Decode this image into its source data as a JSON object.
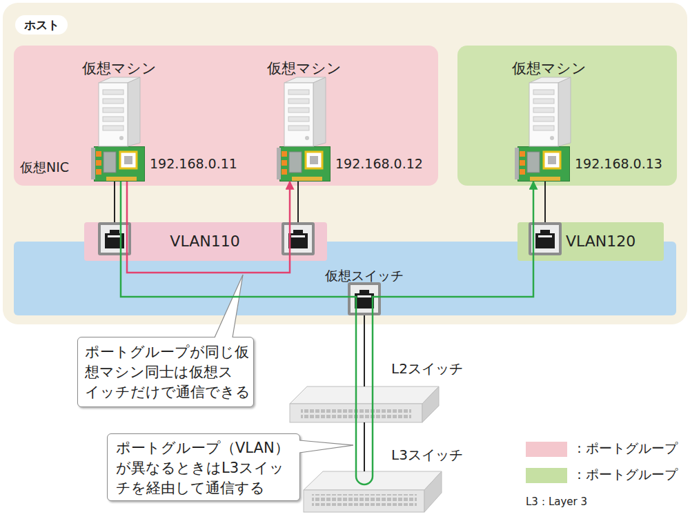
{
  "diagram": {
    "nodes": [
      {
        "text": [
          "ホスト"
        ]
      },
      {
        "text": [
          "仮想マシン"
        ],
        "in": 0
      },
      {
        "text": [
          "仮想NIC",
          "192.168.0.11"
        ],
        "in": 1
      },
      {
        "text": [
          "仮想マシン"
        ],
        "in": 0
      },
      {
        "text": [
          "192.168.0.12"
        ],
        "in": 3
      },
      {
        "text": [
          "仮想マシン"
        ],
        "in": 0
      },
      {
        "text": [
          "192.168.0.13"
        ],
        "in": 5
      },
      {
        "text": [
          "VLAN110"
        ],
        "in": 0
      },
      {
        "text": [
          "VLAN120"
        ],
        "in": 0
      },
      {
        "text": [
          "仮想スイッチ"
        ],
        "in": 0
      },
      {
        "text": [
          "ポートグループが同じ仮 想マシン同士は仮想ス イッチだけで通信できる"
        ]
      },
      {
        "text": [
          "L2スイッチ"
        ]
      },
      {
        "text": [
          "ポートグループ（VLAN） が異なるときはL3スイッ チを経由して通信する"
        ]
      },
      {
        "text": [
          "L3スイッチ"
        ]
      }
    ],
    "edges": [
      {
        "from": 2,
        "to": 7,
        "arrow": "none"
      },
      {
        "from": 4,
        "to": 7,
        "arrow": "none"
      },
      {
        "from": 6,
        "to": 8,
        "arrow": "none"
      },
      {
        "from": 2,
        "to": 4,
        "arrow": "to"
      },
      {
        "from": 2,
        "to": 13,
        "arrow": "none"
      },
      {
        "from": 13,
        "to": 6,
        "arrow": "to"
      },
      {
        "from": 9,
        "to": 11,
        "arrow": "none"
      },
      {
        "from": 11,
        "to": 13,
        "arrow": "none"
      }
    ],
    "labels": [
      "L3：Layer 3"
    ],
    "legend": [
      {
        "text": "：ポートグループ",
        "color": "#f4c7cd"
      },
      {
        "text": "：ポートグループ",
        "color": "#c6e0a3"
      }
    ]
  }
}
